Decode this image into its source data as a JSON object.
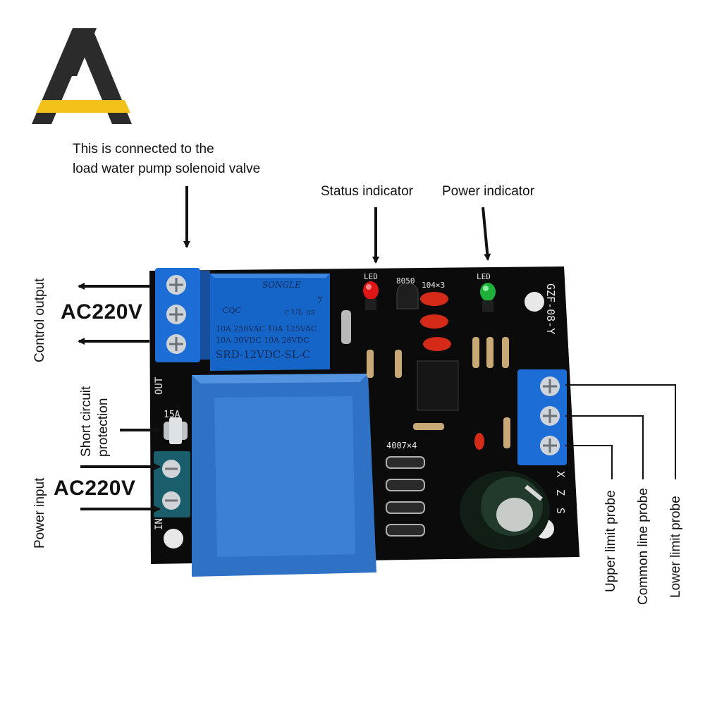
{
  "labels": {
    "load_line1": "This is connected to the",
    "load_line2": "load water pump solenoid valve",
    "status_indicator": "Status indicator",
    "power_indicator": "Power indicator",
    "control_output": "Control output",
    "ac_top": "AC220V",
    "short_circuit_line1": "Short circuit",
    "short_circuit_line2": "protection",
    "power_input": "Power input",
    "ac_bottom": "AC220V",
    "upper_probe": "Upper limit probe",
    "common_probe": "Common line probe",
    "lower_probe": "Lower limit probe"
  },
  "board": {
    "model": "GZF-08-Y",
    "led_left": "LED",
    "led_right": "LED",
    "transistor": "8050",
    "cap_code": "104×3",
    "diode_code": "4007×4",
    "fuse": "15A",
    "out": "OUT",
    "in": "IN",
    "terminal_x": "X",
    "terminal_z": "Z",
    "terminal_s": "S"
  },
  "relay": {
    "brand": "SONGLE",
    "cqc": "CQC",
    "rating1": "10A 250VAC  10A 125VAC",
    "rating2": "10A  30VDC  10A  28VDC",
    "model": "SRD-12VDC-SL-C",
    "pin_count": "7",
    "cert": "c UL us"
  },
  "colors": {
    "pcb": "#0b0b0b",
    "terminal_blue": "#1c6ed6",
    "transformer_blue": "#2f71c4",
    "logo_dark": "#2b2b2b",
    "logo_yellow": "#f2c21a",
    "led_red": "#e01515",
    "led_green": "#1fb03a"
  }
}
